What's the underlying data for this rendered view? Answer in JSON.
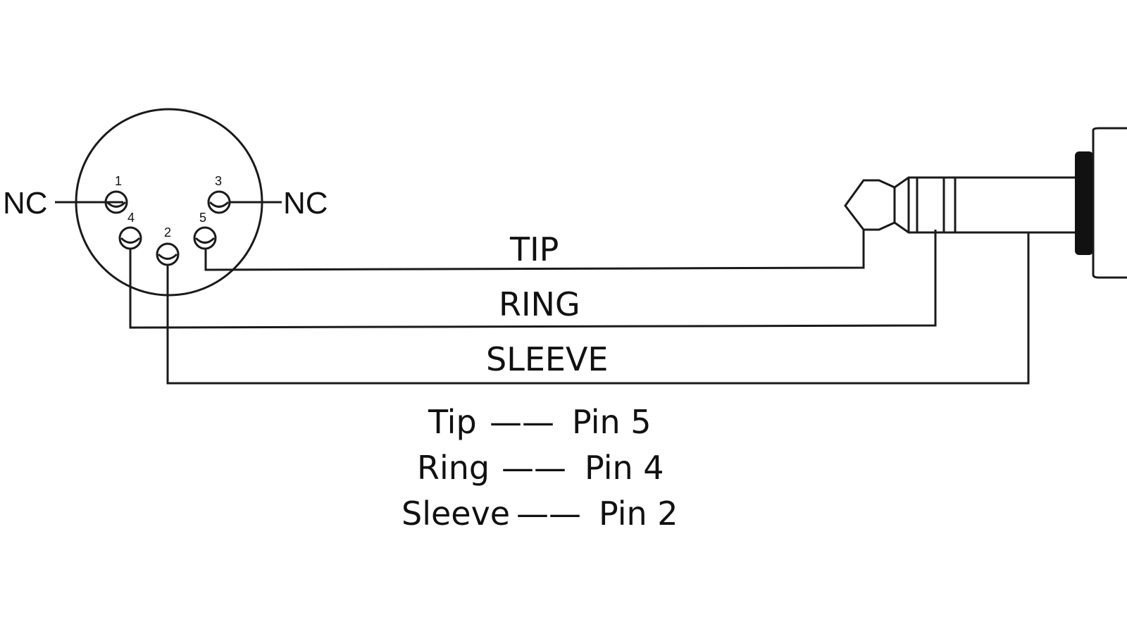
{
  "colors": {
    "line": "#1a1a1a",
    "background": "#ffffff",
    "knurl": "#111111"
  },
  "din_connector": {
    "left_nc_label": "NC",
    "right_nc_label": "NC",
    "pins": [
      {
        "number": "1"
      },
      {
        "number": "3"
      },
      {
        "number": "4"
      },
      {
        "number": "2"
      },
      {
        "number": "5"
      }
    ]
  },
  "wires": {
    "tip_label": "TIP",
    "ring_label": "RING",
    "sleeve_label": "SLEEVE"
  },
  "legend": [
    {
      "signal": "Tip",
      "dash": "——",
      "pin": "Pin  5"
    },
    {
      "signal": "Ring",
      "dash": "——",
      "pin": "Pin  4"
    },
    {
      "signal": "Sleeve",
      "dash": "——",
      "pin": "Pin  2"
    }
  ]
}
